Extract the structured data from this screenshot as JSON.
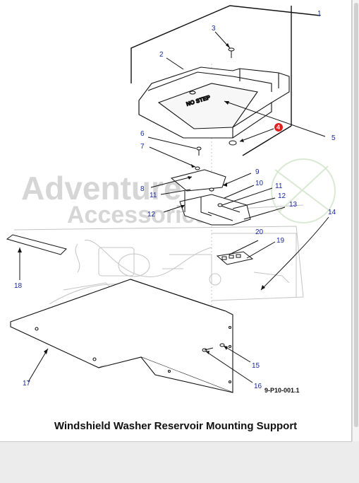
{
  "caption": "Windshield Washer Reservoir Mounting Support",
  "figure_ref": "9-P10-001.1",
  "watermark": {
    "line1": "Adventure",
    "line2": "Accessories"
  },
  "callouts": {
    "c1": "1",
    "c2": "2",
    "c3": "3",
    "c4": "4",
    "c5": "5",
    "c6": "6",
    "c7": "7",
    "c8": "8",
    "c9": "9",
    "c10": "10",
    "c11a": "11",
    "c11b": "11",
    "c12a": "12",
    "c12b": "12",
    "c13": "13",
    "c14": "14",
    "c15": "15",
    "c16": "16",
    "c17": "17",
    "c18": "18",
    "c19": "19",
    "c20": "20"
  },
  "step_text": "NO STEP",
  "colors": {
    "callout": "#1a2a9c",
    "highlight": "#e02020",
    "line": "#111111",
    "ghost": "#c8c8c8"
  }
}
